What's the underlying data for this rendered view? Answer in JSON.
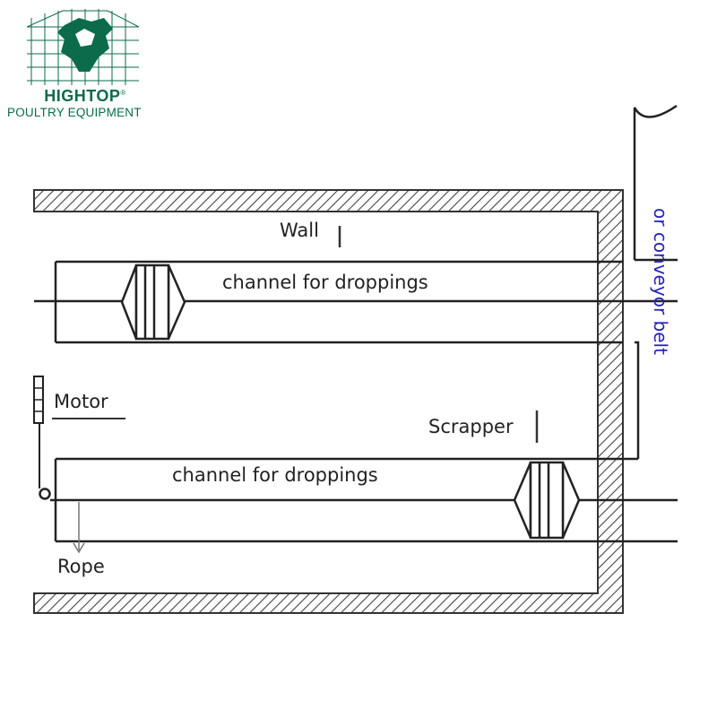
{
  "logo": {
    "brand": "HIGHTOP",
    "registered_mark": "®",
    "subtitle": "POULTRY EQUIPMENT",
    "icon": "grid-cube-rooster-icon",
    "color": "#0b6b4a"
  },
  "labels": {
    "wall": "Wall",
    "channel_upper": "channel for droppings",
    "channel_lower": "channel for droppings",
    "motor": "Motor",
    "scrapper": "Scrapper",
    "rope": "Rope",
    "belt": "or conveyor belt"
  },
  "colors": {
    "line": "#222222",
    "hatch": "#444444",
    "belt_text": "#2424b8"
  }
}
